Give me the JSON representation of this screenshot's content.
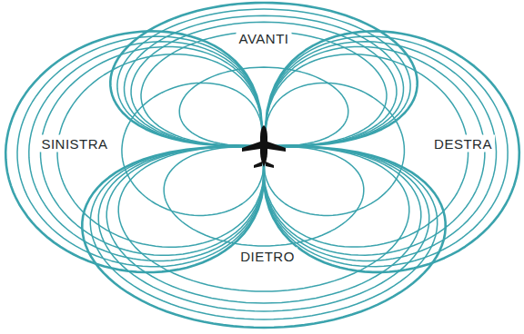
{
  "diagram": {
    "labels": [
      "AVANTI",
      "SINISTRA",
      "DESTRA",
      "DIETRO"
    ]
  }
}
